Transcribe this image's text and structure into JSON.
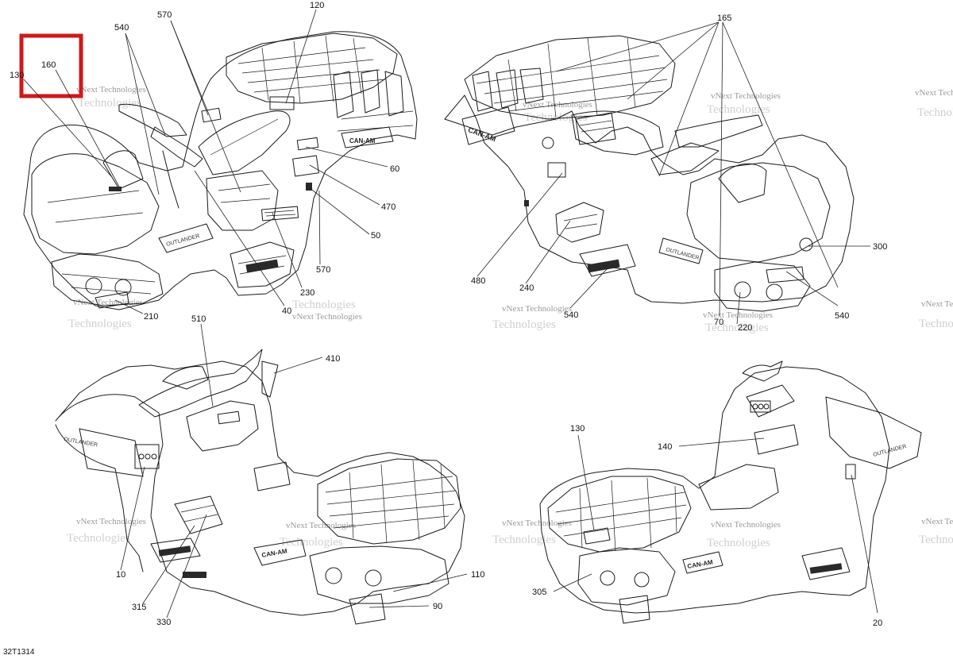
{
  "diagram_code": "32T1314",
  "watermark_text": "vNext Technologies",
  "watermark_text2": "Technologies",
  "colors": {
    "highlight": "#d0191b",
    "line": "#1a1a1a",
    "watermark": "#9a9a9a"
  },
  "callouts": {
    "c130a": "130",
    "c160": "160",
    "c540a": "540",
    "c570a": "570",
    "c120": "120",
    "c60": "60",
    "c470": "470",
    "c50": "50",
    "c570b": "570",
    "c230": "230",
    "c40": "40",
    "c210": "210",
    "c165": "165",
    "c300": "300",
    "c480": "480",
    "c240": "240",
    "c540b": "540",
    "c70": "70",
    "c220": "220",
    "c540c": "540",
    "c510": "510",
    "c410": "410",
    "c10": "10",
    "c315": "315",
    "c330": "330",
    "c110": "110",
    "c90": "90",
    "c130b": "130",
    "c140": "140",
    "c305": "305",
    "c20": "20"
  }
}
